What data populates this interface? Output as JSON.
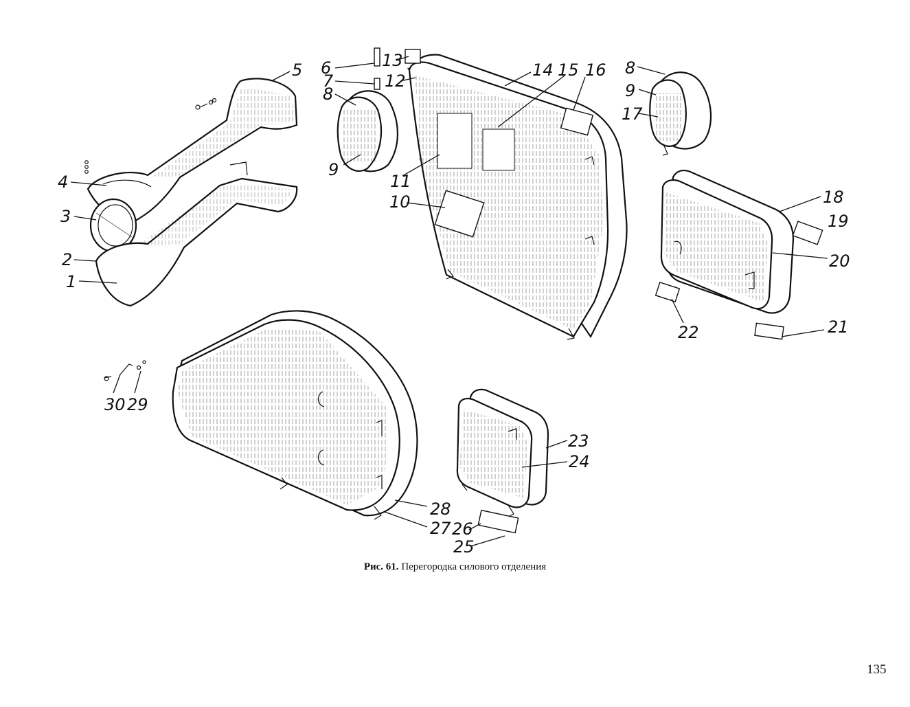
{
  "figure": {
    "caption_prefix": "Рис. 61.",
    "caption_text": "Перегородка силового отделения",
    "page_number": "135"
  },
  "callouts": [
    "1",
    "2",
    "3",
    "4",
    "5",
    "6",
    "7",
    "8",
    "9",
    "10",
    "11",
    "12",
    "13",
    "14",
    "15",
    "16",
    "8",
    "9",
    "17",
    "18",
    "19",
    "20",
    "21",
    "22",
    "23",
    "24",
    "25",
    "26",
    "27",
    "28",
    "29",
    "30"
  ]
}
